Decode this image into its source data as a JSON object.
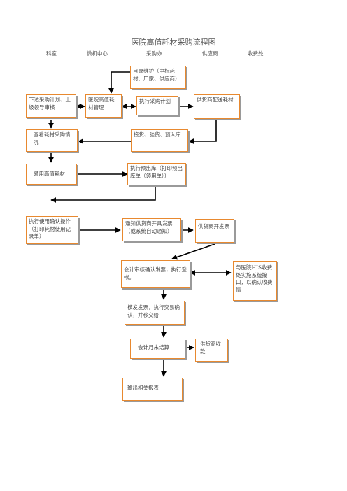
{
  "title": "医院高值耗材采购流程图",
  "columns": [
    "科室",
    "微机中心",
    "采购办",
    "供应商",
    "收费处"
  ],
  "nodes": {
    "catalog": "目录维护（中标耗材、厂家、供应商）",
    "plan_approval": "下达采购计划、上级领导审核",
    "hospital_mgmt": "医院高值耗材管理",
    "exec_purchase": "执行采购计划",
    "supplier_deliver": "供货商配送耗材",
    "query_status": "查看耗材采购情况",
    "receive": "接货、验货、预入库",
    "collect": "领用高值耗材",
    "pre_outbound": "执行预出库（打印预出库单（领用单））",
    "confirm_use": "执行使用确认操作（打印耗材使用记录单）",
    "notify_invoice": "通知供货商开具发票（或系统自动通知）",
    "supplier_invoice": "供货商开发票",
    "audit_invoice": "会计审核确认发票，执行登帐。",
    "his_interface": "与医院HIS收费处实施系统接口，以确认收费情",
    "verify_invoice": "核发发票，执行交易确认，并移交给",
    "month_end": "会计月末结算",
    "supplier_receive": "供货商收款",
    "reports": "输出相关报表"
  }
}
